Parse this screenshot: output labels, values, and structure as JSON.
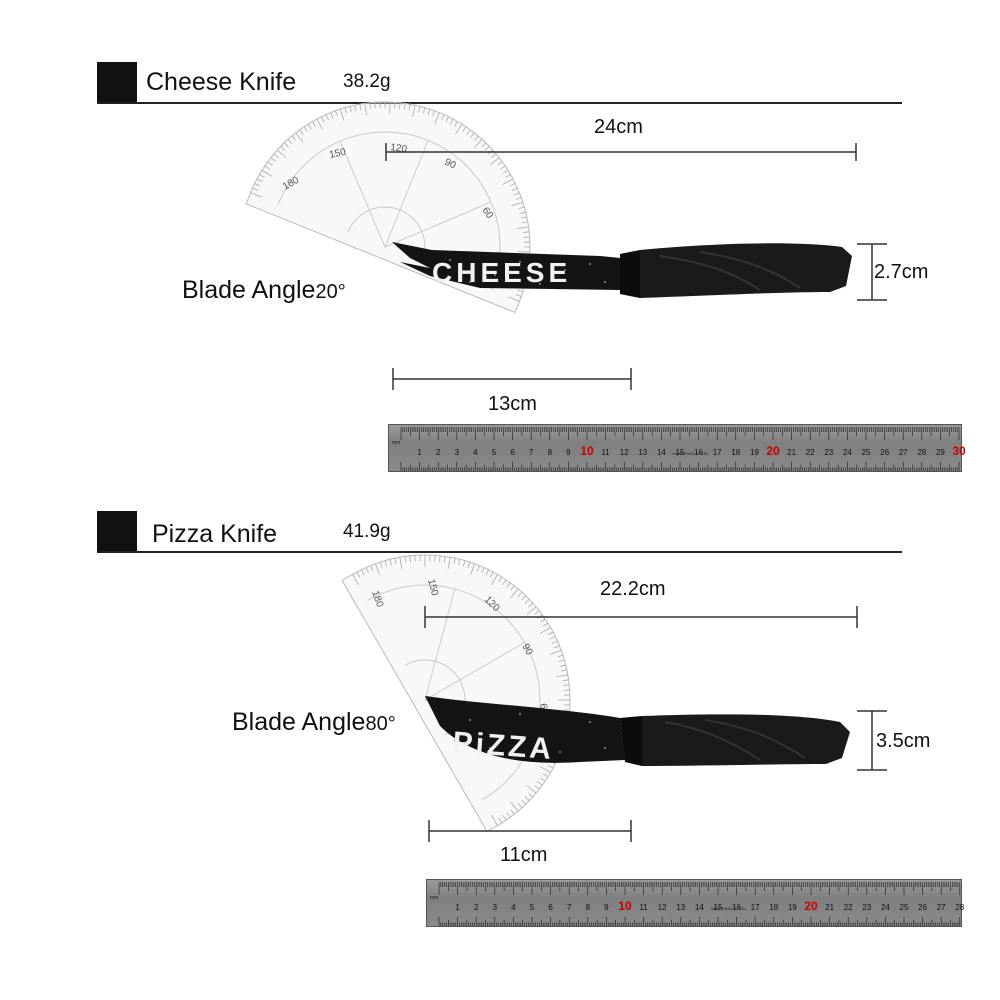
{
  "sections": [
    {
      "title": "Cheese Knife",
      "weight": "38.2g",
      "total_length": "24cm",
      "handle_height": "2.7cm",
      "blade_length": "13cm",
      "angle_label": "Blade Angle",
      "angle_value": "20°",
      "blade_text": "CHEESE",
      "protractor_labels": [
        "180",
        "150",
        "120",
        "90",
        "60"
      ]
    },
    {
      "title": "Pizza Knife",
      "weight": "41.9g",
      "total_length": "22.2cm",
      "handle_height": "3.5cm",
      "blade_length": "11cm",
      "angle_label": "Blade Angle",
      "angle_value": "80°",
      "blade_text": "PiZZA",
      "protractor_labels": [
        "180",
        "150",
        "120",
        "90",
        "60"
      ]
    }
  ],
  "rulers": [
    {
      "max": 30,
      "highlight": [
        10,
        20,
        30
      ],
      "unit": "mm",
      "brand": "HARDENED STEEL"
    },
    {
      "max": 28,
      "highlight": [
        10,
        20
      ],
      "unit": "mm",
      "brand": "HARDENED STEEL"
    }
  ],
  "colors": {
    "ink": "#111111",
    "highlight": "#cc0000",
    "ruler": "#8c8c8c"
  }
}
